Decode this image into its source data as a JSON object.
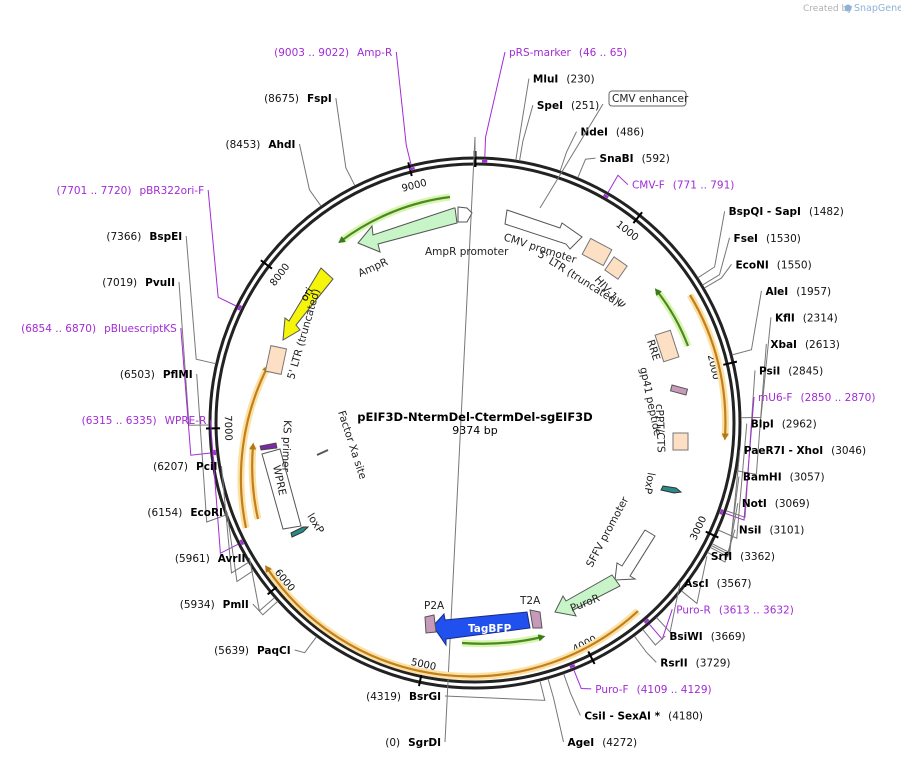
{
  "watermark": {
    "prefix": "Created by",
    "brand": "SnapGene"
  },
  "plasmid": {
    "name": "pEIF3D-NtermDel-CtermDel-sgEIF3D",
    "length": "9374 bp",
    "length_bp": 9374
  },
  "ticks": [
    "1000",
    "2000",
    "3000",
    "4000",
    "5000",
    "6000",
    "7000",
    "8000",
    "9000"
  ],
  "enzymes": [
    {
      "name": "SgrDI",
      "pos": "(0)",
      "bp": 0,
      "side": "L"
    },
    {
      "name": "MluI",
      "pos": "(230)",
      "bp": 230,
      "side": "R"
    },
    {
      "name": "SpeI",
      "pos": "(251)",
      "bp": 251,
      "side": "R"
    },
    {
      "name": "NdeI",
      "pos": "(486)",
      "bp": 486,
      "side": "R"
    },
    {
      "name": "SnaBI",
      "pos": "(592)",
      "bp": 592,
      "side": "R"
    },
    {
      "name": "BspQI - SapI",
      "pos": "(1482)",
      "bp": 1482,
      "side": "R"
    },
    {
      "name": "FseI",
      "pos": "(1530)",
      "bp": 1530,
      "side": "R"
    },
    {
      "name": "EcoNI",
      "pos": "(1550)",
      "bp": 1550,
      "side": "R"
    },
    {
      "name": "AleI",
      "pos": "(1957)",
      "bp": 1957,
      "side": "R"
    },
    {
      "name": "KflI",
      "pos": "(2314)",
      "bp": 2314,
      "side": "R"
    },
    {
      "name": "XbaI",
      "pos": "(2613)",
      "bp": 2613,
      "side": "R"
    },
    {
      "name": "PsiI",
      "pos": "(2845)",
      "bp": 2845,
      "side": "R"
    },
    {
      "name": "BlpI",
      "pos": "(2962)",
      "bp": 2962,
      "side": "R"
    },
    {
      "name": "PaeR7I - XhoI",
      "pos": "(3046)",
      "bp": 3046,
      "side": "R"
    },
    {
      "name": "BamHI",
      "pos": "(3057)",
      "bp": 3057,
      "side": "R"
    },
    {
      "name": "NotI",
      "pos": "(3069)",
      "bp": 3069,
      "side": "R"
    },
    {
      "name": "NsiI",
      "pos": "(3101)",
      "bp": 3101,
      "side": "R"
    },
    {
      "name": "SrfI",
      "pos": "(3362)",
      "bp": 3362,
      "side": "R"
    },
    {
      "name": "AscI",
      "pos": "(3567)",
      "bp": 3567,
      "side": "R"
    },
    {
      "name": "BsiWI",
      "pos": "(3669)",
      "bp": 3669,
      "side": "R"
    },
    {
      "name": "RsrII",
      "pos": "(3729)",
      "bp": 3729,
      "side": "R"
    },
    {
      "name": "CsiI - SexAI *",
      "pos": "(4180)",
      "bp": 4180,
      "side": "R"
    },
    {
      "name": "AgeI",
      "pos": "(4272)",
      "bp": 4272,
      "side": "R"
    },
    {
      "name": "BsrGI",
      "pos": "(4319)",
      "bp": 4319,
      "side": "L"
    },
    {
      "name": "PaqCI",
      "pos": "(5639)",
      "bp": 5639,
      "side": "L"
    },
    {
      "name": "PmlI",
      "pos": "(5934)",
      "bp": 5934,
      "side": "L"
    },
    {
      "name": "AvrII",
      "pos": "(5961)",
      "bp": 5961,
      "side": "L"
    },
    {
      "name": "EcoRI",
      "pos": "(6154)",
      "bp": 6154,
      "side": "L"
    },
    {
      "name": "PciI",
      "pos": "(6207)",
      "bp": 6207,
      "side": "L"
    },
    {
      "name": "PflMI",
      "pos": "(6503)",
      "bp": 6503,
      "side": "L"
    },
    {
      "name": "PvuII",
      "pos": "(7019)",
      "bp": 7019,
      "side": "L"
    },
    {
      "name": "BspEI",
      "pos": "(7366)",
      "bp": 7366,
      "side": "L"
    },
    {
      "name": "AhdI",
      "pos": "(8453)",
      "bp": 8453,
      "side": "L"
    },
    {
      "name": "FspI",
      "pos": "(8675)",
      "bp": 8675,
      "side": "L"
    }
  ],
  "primers": [
    {
      "name": "pRS-marker",
      "range": "(46 .. 65)",
      "bp": 55,
      "side": "R"
    },
    {
      "name": "CMV-F",
      "range": "(771 .. 791)",
      "bp": 781,
      "side": "R"
    },
    {
      "name": "mU6-F",
      "range": "(2850 .. 2870)",
      "bp": 2860,
      "side": "R"
    },
    {
      "name": "Puro-R",
      "range": "(3613 .. 3632)",
      "bp": 3622,
      "side": "R"
    },
    {
      "name": "Puro-F",
      "range": "(4109 .. 4129)",
      "bp": 4119,
      "side": "R"
    },
    {
      "name": "WPRE-R",
      "range": "(6315 .. 6335)",
      "bp": 6325,
      "side": "L"
    },
    {
      "name": "pBluescriptKS",
      "range": "(6854 .. 6870)",
      "bp": 6862,
      "side": "L"
    },
    {
      "name": "pBR322ori-F",
      "range": "(7701 .. 7720)",
      "bp": 7710,
      "side": "L"
    },
    {
      "name": "Amp-R",
      "range": "(9003 .. 9022)",
      "bp": 9012,
      "side": "L"
    }
  ],
  "features": {
    "cmv_enhancer": "CMV enhancer",
    "cmv_promoter": "CMV promoter",
    "ltr5_right": "5' LTR (truncated)",
    "hiv_psi": "HIV-1 Ψ",
    "rre": "RRE",
    "gp41": "gp41 peptide",
    "cppt": "cPPT/CTS",
    "loxp_right": "loxP",
    "sffv": "SFFV promoter",
    "puror": "PuroR",
    "t2a": "T2A",
    "tagbfp": "TagBFP",
    "p2a": "P2A",
    "loxp_left": "loxP",
    "wpre": "WPRE",
    "ks_primer": "KS primer",
    "factor_xa": "Factor Xa site",
    "ltr5_left": "5' LTR (truncated)",
    "ori": "ori",
    "ampr": "AmpR",
    "ampr_promoter": "AmpR promoter"
  },
  "colors": {
    "primer": "#a12bd6",
    "orf": "#f0a030",
    "green": "#4a9a2a",
    "ampr_fill": "#c8f5c8",
    "ori_fill": "#f5f50a",
    "ltr_fill": "#fde0c4",
    "tagbfp": "#2050ee"
  }
}
